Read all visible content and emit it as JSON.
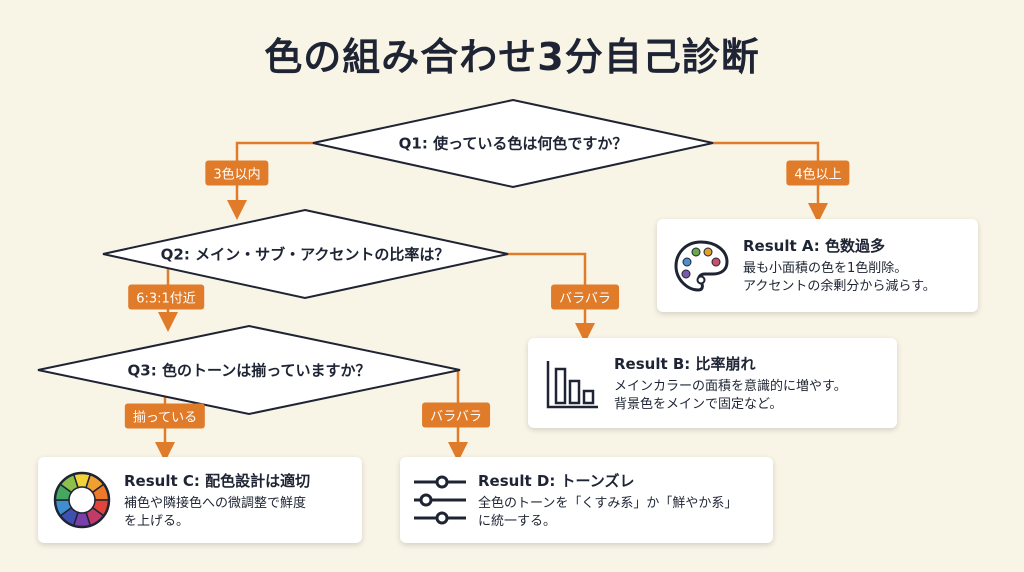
{
  "title": "色の組み合わせ3分自己診断",
  "questions": {
    "q1": "Q1: 使っている色は何色ですか？",
    "q2": "Q2: メイン・サブ・アクセントの比率は？",
    "q3": "Q3: 色のトーンは揃っていますか？"
  },
  "labels": {
    "q1_left": "3色以内",
    "q1_right": "4色以上",
    "q2_left": "6:3:1付近",
    "q2_right": "バラバラ",
    "q3_left": "揃っている",
    "q3_right": "バラバラ"
  },
  "results": {
    "a": {
      "title": "Result A: 色数過多",
      "line1": "最も小面積の色を1色削除。",
      "line2": "アクセントの余剰分から減らす。",
      "icon": "palette-icon"
    },
    "b": {
      "title": "Result B: 比率崩れ",
      "line1": "メインカラーの面積を意識的に増やす。",
      "line2": "背景色をメインで固定など。",
      "icon": "bar-chart-icon"
    },
    "c": {
      "title": "Result C: 配色設計は適切",
      "line1": "補色や隣接色への微調整で鮮度",
      "line2": "を上げる。",
      "icon": "color-wheel-icon"
    },
    "d": {
      "title": "Result D: トーンズレ",
      "line1": "全色のトーンを「くすみ系」か「鮮やか系」",
      "line2": "に統一する。",
      "icon": "sliders-icon"
    }
  },
  "colors": {
    "accent": "#e07b2a",
    "ink": "#1e2433",
    "background": "#f8f4e6"
  }
}
